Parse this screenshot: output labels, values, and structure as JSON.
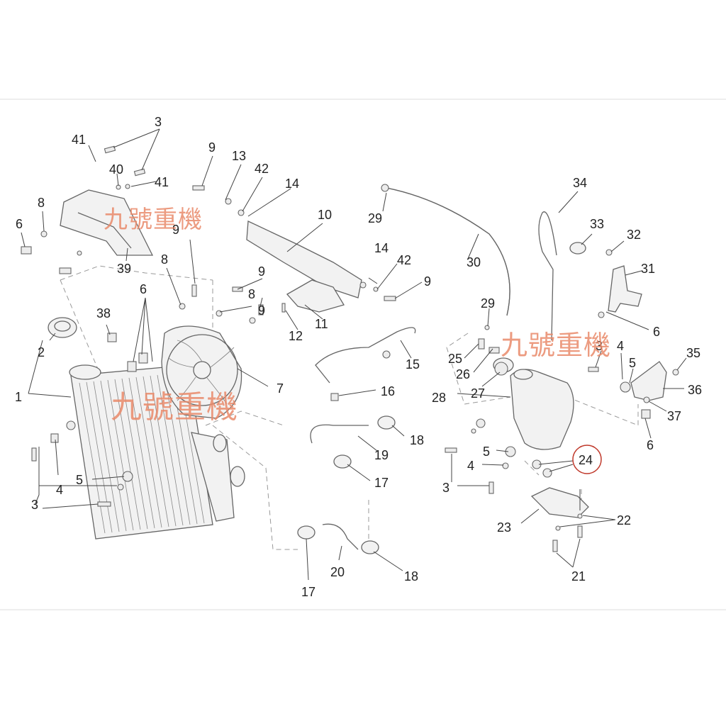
{
  "watermark": "九號重機",
  "highlighted_callout": "24",
  "callouts": [
    {
      "key": "c3a",
      "text": "3"
    },
    {
      "key": "c41a",
      "text": "41"
    },
    {
      "key": "c40",
      "text": "40"
    },
    {
      "key": "c41b",
      "text": "41"
    },
    {
      "key": "c8a",
      "text": "8"
    },
    {
      "key": "c6a",
      "text": "6"
    },
    {
      "key": "c39",
      "text": "39"
    },
    {
      "key": "c9a",
      "text": "9"
    },
    {
      "key": "c13",
      "text": "13"
    },
    {
      "key": "c42a",
      "text": "42"
    },
    {
      "key": "c14a",
      "text": "14"
    },
    {
      "key": "c10",
      "text": "10"
    },
    {
      "key": "c9b",
      "text": "9"
    },
    {
      "key": "c8b",
      "text": "8"
    },
    {
      "key": "c6b",
      "text": "6"
    },
    {
      "key": "c38",
      "text": "38"
    },
    {
      "key": "c2",
      "text": "2"
    },
    {
      "key": "c1",
      "text": "1"
    },
    {
      "key": "c9c",
      "text": "9"
    },
    {
      "key": "c8c",
      "text": "8"
    },
    {
      "key": "c9d",
      "text": "9"
    },
    {
      "key": "c12",
      "text": "12"
    },
    {
      "key": "c11",
      "text": "11"
    },
    {
      "key": "c7",
      "text": "7"
    },
    {
      "key": "c5a",
      "text": "5"
    },
    {
      "key": "c4a",
      "text": "4"
    },
    {
      "key": "c3b",
      "text": "3"
    },
    {
      "key": "c29a",
      "text": "29"
    },
    {
      "key": "c30",
      "text": "30"
    },
    {
      "key": "c14b",
      "text": "14"
    },
    {
      "key": "c42b",
      "text": "42"
    },
    {
      "key": "c9e",
      "text": "9"
    },
    {
      "key": "c15",
      "text": "15"
    },
    {
      "key": "c16",
      "text": "16"
    },
    {
      "key": "c19",
      "text": "19"
    },
    {
      "key": "c18a",
      "text": "18"
    },
    {
      "key": "c17a",
      "text": "17"
    },
    {
      "key": "c20",
      "text": "20"
    },
    {
      "key": "c17b",
      "text": "17"
    },
    {
      "key": "c18b",
      "text": "18"
    },
    {
      "key": "c34",
      "text": "34"
    },
    {
      "key": "c33",
      "text": "33"
    },
    {
      "key": "c32",
      "text": "32"
    },
    {
      "key": "c31",
      "text": "31"
    },
    {
      "key": "c29b",
      "text": "29"
    },
    {
      "key": "c6c",
      "text": "6"
    },
    {
      "key": "c25",
      "text": "25"
    },
    {
      "key": "c26",
      "text": "26"
    },
    {
      "key": "c27",
      "text": "27"
    },
    {
      "key": "c28",
      "text": "28"
    },
    {
      "key": "c3c",
      "text": "3"
    },
    {
      "key": "c4b",
      "text": "4"
    },
    {
      "key": "c5b",
      "text": "5"
    },
    {
      "key": "c35",
      "text": "35"
    },
    {
      "key": "c36",
      "text": "36"
    },
    {
      "key": "c37",
      "text": "37"
    },
    {
      "key": "c6d",
      "text": "6"
    },
    {
      "key": "c5c",
      "text": "5"
    },
    {
      "key": "c4c",
      "text": "4"
    },
    {
      "key": "c3d",
      "text": "3"
    },
    {
      "key": "c24",
      "text": "24"
    },
    {
      "key": "c22",
      "text": "22"
    },
    {
      "key": "c23",
      "text": "23"
    },
    {
      "key": "c21",
      "text": "21"
    }
  ]
}
